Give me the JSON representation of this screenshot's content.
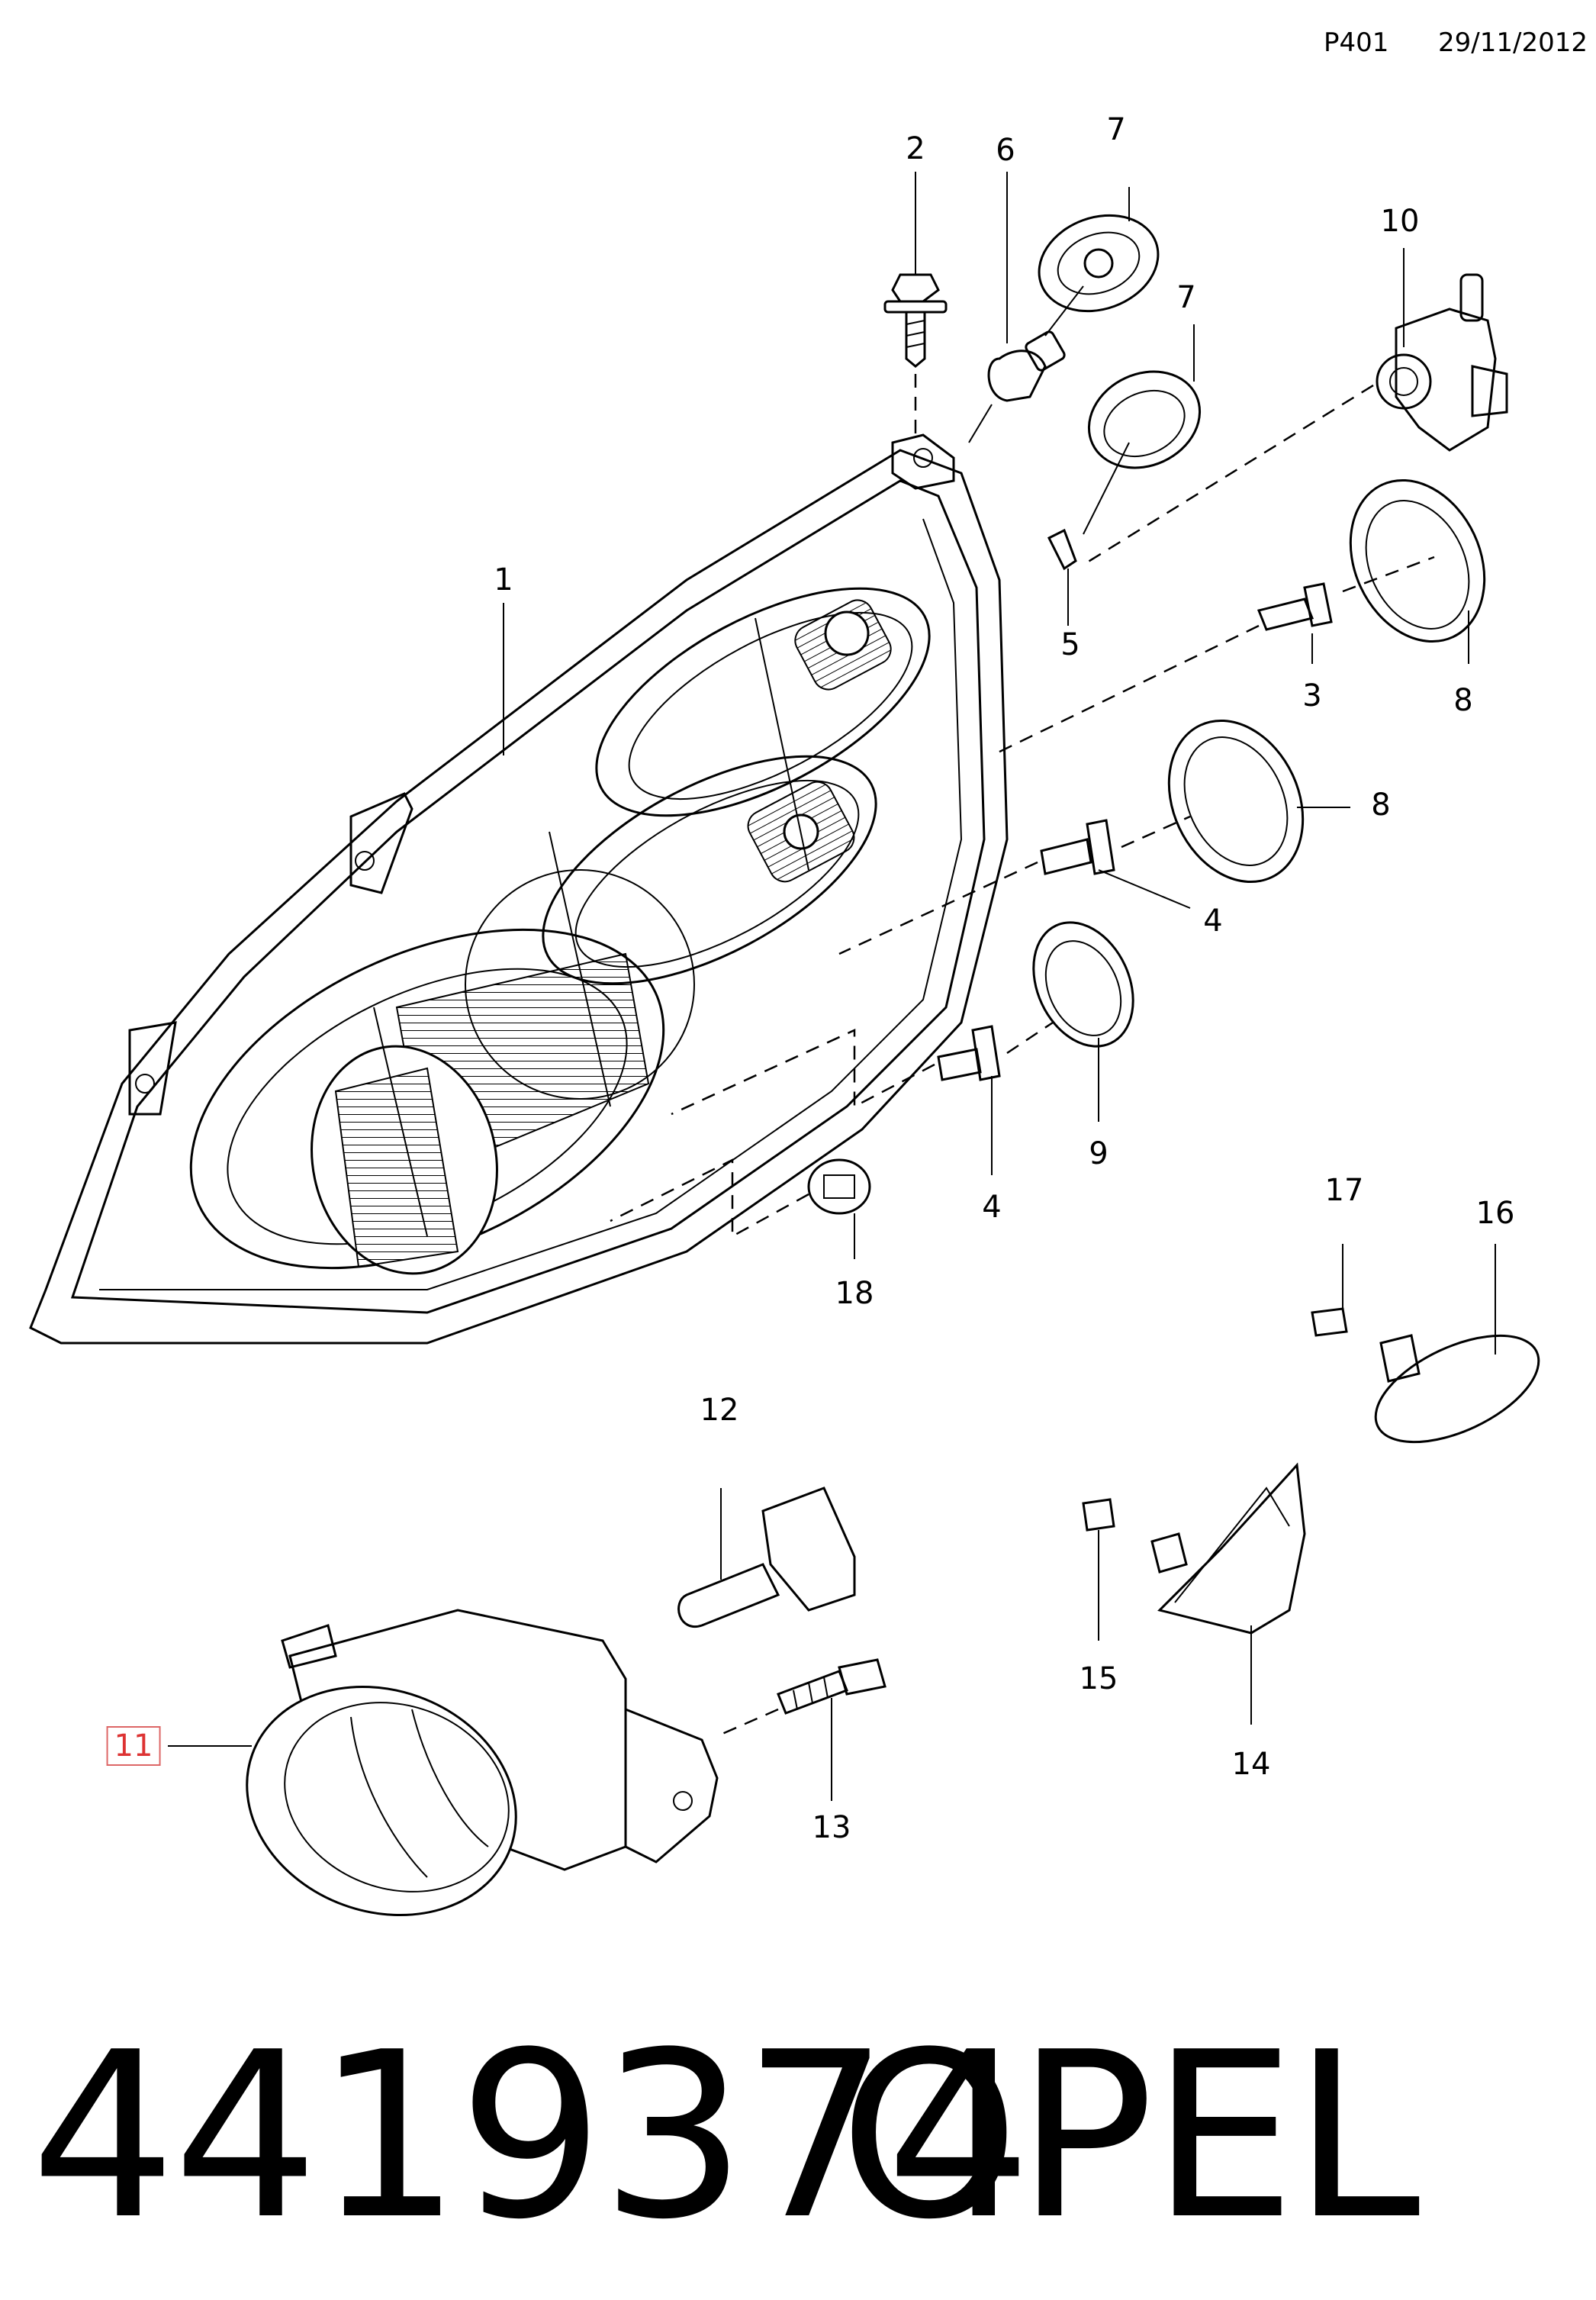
{
  "header": {
    "code": "P401",
    "date": "29/11/2012"
  },
  "callouts": {
    "c1": "1",
    "c2": "2",
    "c3": "3",
    "c4a": "4",
    "c4b": "4",
    "c5": "5",
    "c6": "6",
    "c7a": "7",
    "c7b": "7",
    "c8a": "8",
    "c8b": "8",
    "c9": "9",
    "c10": "10",
    "c11": "11",
    "c12": "12",
    "c13": "13",
    "c14": "14",
    "c15": "15",
    "c16": "16",
    "c17": "17",
    "c18": "18"
  },
  "footer": {
    "part_number": "4419374",
    "brand": "OPEL"
  }
}
